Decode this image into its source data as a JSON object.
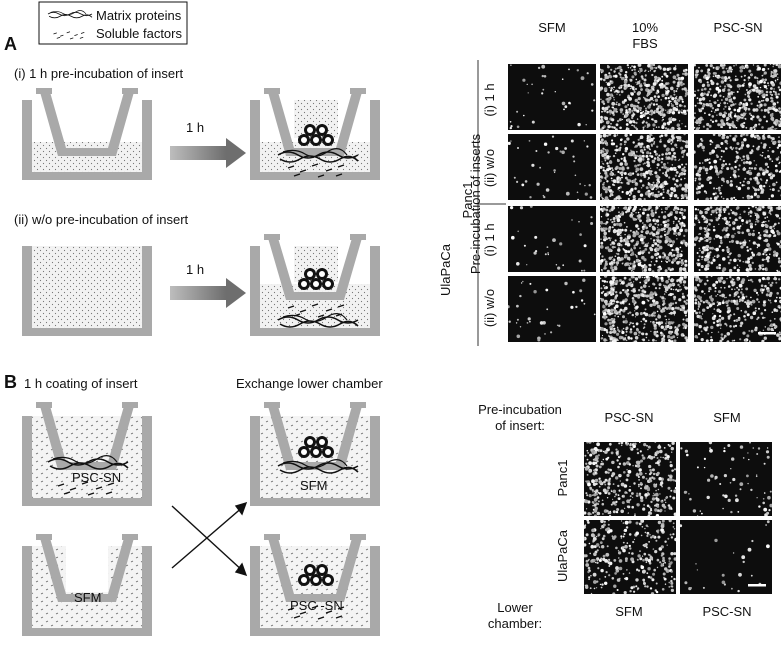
{
  "legend": {
    "matrix": "Matrix proteins",
    "soluble": "Soluble factors"
  },
  "panel_a": {
    "letter": "A",
    "row_i": "(i) 1 h pre-incubation of insert",
    "row_ii": "(ii) w/o pre-incubation of insert",
    "arrow_i": "1 h",
    "arrow_ii": "1 h",
    "col_headers": [
      "SFM",
      "10%\nFBS",
      "PSC-SN"
    ],
    "col_sfm": "SFM",
    "col_fbs_1": "10%",
    "col_fbs_2": "FBS",
    "col_psc": "PSC-SN",
    "group_label": "Pre-incubation of inserts",
    "cell_line_1": "Panc1",
    "cell_line_2": "UlaPaCa",
    "sub_i_1": "(i) 1 h",
    "sub_ii_1": "(ii) w/o",
    "sub_i_2": "(i) 1 h",
    "sub_ii_2": "(ii) w/o",
    "densities": [
      [
        0.05,
        0.9,
        0.85
      ],
      [
        0.06,
        0.9,
        0.55
      ],
      [
        0.04,
        0.95,
        0.7
      ],
      [
        0.05,
        0.95,
        0.6
      ]
    ]
  },
  "panel_b": {
    "letter": "B",
    "coating": "1 h coating of insert",
    "exchange": "Exchange lower chamber",
    "well_tl": "PSC-SN",
    "well_tr": "SFM",
    "well_bl": "SFM",
    "well_br": "PSC -SN",
    "pre_label_1": "Pre-incubation",
    "pre_label_2": "of insert:",
    "col_psc": "PSC-SN",
    "col_sfm": "SFM",
    "cell_line_1": "Panc1",
    "cell_line_2": "UlaPaCa",
    "lower_label_1": "Lower",
    "lower_label_2": "chamber:",
    "lower_sfm": "SFM",
    "lower_psc": "PSC-SN",
    "densities": [
      [
        0.75,
        0.12
      ],
      [
        0.55,
        0.03
      ]
    ]
  },
  "colors": {
    "well_gray": "#a9a9a9",
    "medium_fill": "#e4e4e4",
    "arrow_gray": "#8a8a8a",
    "micro_bg": "#0d0d0d",
    "cell_spot": "#d8d8d8"
  }
}
